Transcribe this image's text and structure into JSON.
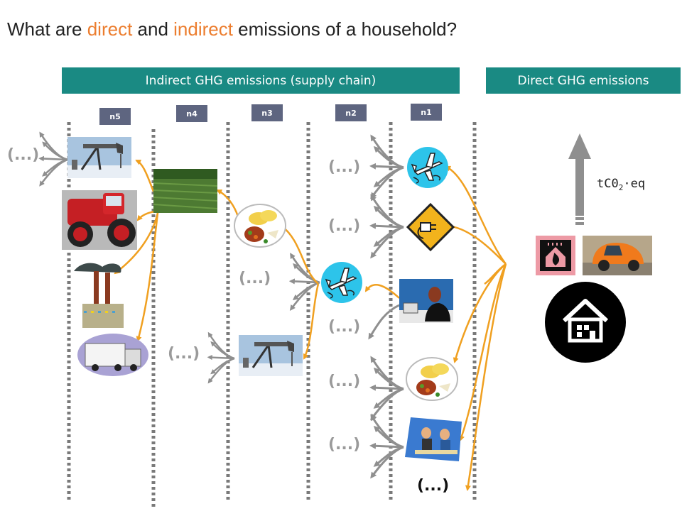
{
  "title": {
    "part1": "What are ",
    "direct": "direct",
    "part2": " and ",
    "indirect": "indirect",
    "part3": " emissions of a household?"
  },
  "banners": {
    "indirect": "Indirect GHG emissions (supply chain)",
    "direct": "Direct GHG emissions"
  },
  "levels": [
    "n5",
    "n4",
    "n3",
    "n2",
    "n1"
  ],
  "ellipsis": "(...)",
  "unit": {
    "main": "tC0",
    "sub": "2",
    "tail": "·eq"
  },
  "colors": {
    "accent_orange": "#ec7d2e",
    "arrow_orange": "#f0a020",
    "banner_teal": "#1a8a83",
    "level_box": "#5e6580",
    "grey_arrows": "#8f8f8f",
    "dotted_lines": "#7a7a7a"
  },
  "icons": {
    "n5": [
      "oil-pump-icon",
      "tractor-icon",
      "factory-icon",
      "truck-icon"
    ],
    "n4": [
      "field-icon"
    ],
    "n3": [
      "food-plate-icon",
      "oil-pump-icon"
    ],
    "n2": [
      "airplane-icon"
    ],
    "n1": [
      "airplane-icon",
      "electricity-plug-icon",
      "office-worker-icon",
      "food-plate-icon",
      "restaurant-icon"
    ],
    "direct": [
      "heating-icon",
      "car-icon",
      "house-icon"
    ]
  }
}
